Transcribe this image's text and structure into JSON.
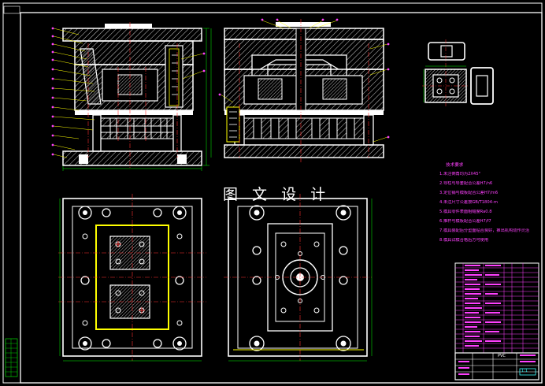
{
  "watermark": "图 文 设 计",
  "tech_notes": {
    "title": "技术要求",
    "lines": [
      "1.未注倒角均为2X45°",
      "2.导柱与导套配合公差H7/n6",
      "3.定位销与模板配合公差H7/m6",
      "4.未注尺寸公差按GB/T1804-m",
      "5.模具零件表面粗糙度Ra0.8",
      "6.推杆与模板配合公差H7/f7",
      "7.模具装配后分型面贴合良好，推出机构动作灵活",
      "8.模具试模合格后方可使用"
    ]
  },
  "title_block": {
    "drawing_name": "PVC",
    "scale": "1:1"
  },
  "colors": {
    "background": "#000000",
    "outline": "#ffffff",
    "hatch": "#ffffff",
    "center_line": "#ff3030",
    "leader": "#ffff00",
    "dimension": "#00ff00",
    "magenta": "#ff40ff",
    "cyan": "#40ffff",
    "border": "#ffffff"
  }
}
